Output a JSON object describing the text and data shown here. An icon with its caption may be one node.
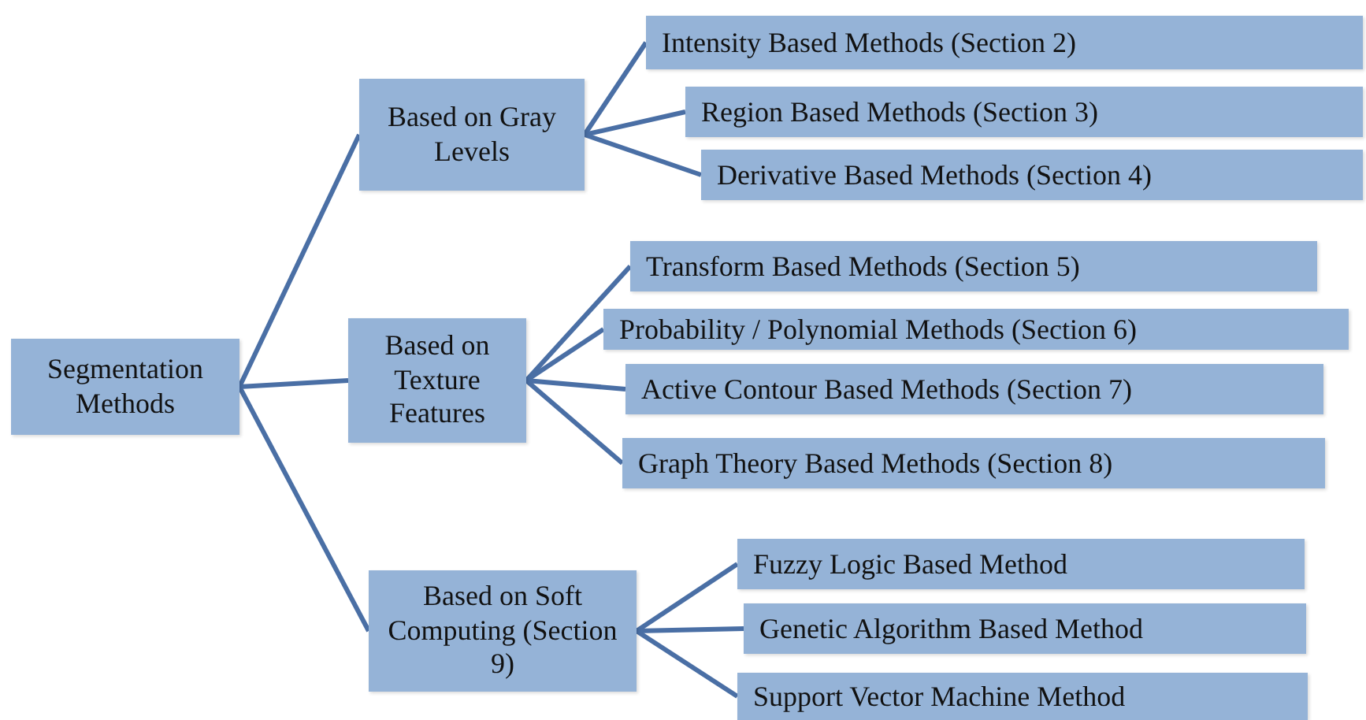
{
  "diagram": {
    "nodes": [
      {
        "text": [
          "Segmentation Methods"
        ]
      },
      {
        "text": [
          "Based on Gray Levels"
        ]
      },
      {
        "text": [
          "Based on Texture Features"
        ]
      },
      {
        "text": [
          "Based on Soft Computing (Section 9)"
        ]
      },
      {
        "text": [
          "Intensity Based Methods (Section 2)"
        ]
      },
      {
        "text": [
          "Region Based Methods (Section 3)"
        ]
      },
      {
        "text": [
          "Derivative Based Methods (Section 4)"
        ]
      },
      {
        "text": [
          "Transform Based Methods (Section 5)"
        ]
      },
      {
        "text": [
          "Probability / Polynomial Methods (Section 6)"
        ]
      },
      {
        "text": [
          "Active Contour Based Methods (Section 7)"
        ]
      },
      {
        "text": [
          "Graph Theory Based Methods (Section 8)"
        ]
      },
      {
        "text": [
          "Fuzzy Logic Based Method"
        ]
      },
      {
        "text": [
          "Genetic Algorithm Based Method"
        ]
      },
      {
        "text": [
          "Support Vector Machine Method"
        ]
      }
    ],
    "edges": [
      {
        "from": 0,
        "to": 1,
        "arrow": "none"
      },
      {
        "from": 0,
        "to": 2,
        "arrow": "none"
      },
      {
        "from": 0,
        "to": 3,
        "arrow": "none"
      },
      {
        "from": 1,
        "to": 4,
        "arrow": "none"
      },
      {
        "from": 1,
        "to": 5,
        "arrow": "none"
      },
      {
        "from": 1,
        "to": 6,
        "arrow": "none"
      },
      {
        "from": 2,
        "to": 7,
        "arrow": "none"
      },
      {
        "from": 2,
        "to": 8,
        "arrow": "none"
      },
      {
        "from": 2,
        "to": 9,
        "arrow": "none"
      },
      {
        "from": 2,
        "to": 10,
        "arrow": "none"
      },
      {
        "from": 3,
        "to": 11,
        "arrow": "none"
      },
      {
        "from": 3,
        "to": 12,
        "arrow": "none"
      },
      {
        "from": 3,
        "to": 13,
        "arrow": "none"
      }
    ]
  }
}
